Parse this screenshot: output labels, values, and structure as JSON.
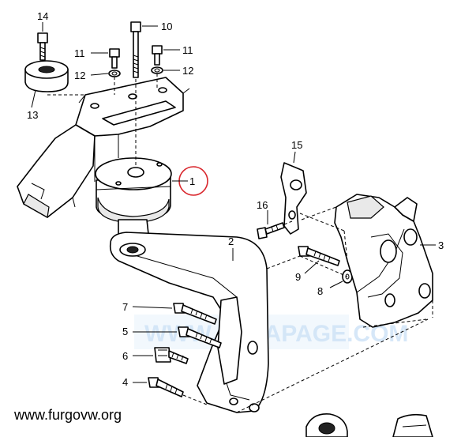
{
  "callouts": {
    "c1": "1",
    "c2": "2",
    "c3": "3",
    "c4": "4",
    "c5": "5",
    "c6": "6",
    "c7": "7",
    "c8": "8",
    "c9": "9",
    "c10": "10",
    "c11a": "11",
    "c11b": "11",
    "c12a": "12",
    "c12b": "12",
    "c13": "13",
    "c14": "14",
    "c15": "15",
    "c16": "16"
  },
  "watermark": "WWW.ETKAPAGE.COM",
  "website": "www.furgovw.org",
  "colors": {
    "highlight": "#d9262c",
    "watermark": "#cfe3f7"
  }
}
